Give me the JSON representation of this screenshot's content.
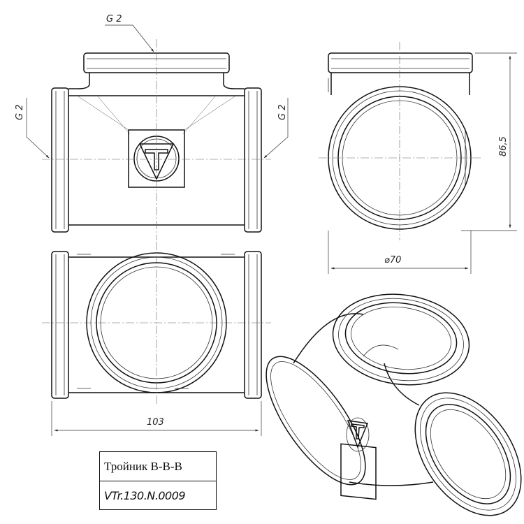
{
  "dimensions": {
    "thread_top": "G 2",
    "thread_left": "G 2",
    "thread_right": "G 2",
    "height": "86,5",
    "diameter": "⌀70",
    "length": "103"
  },
  "title_block": {
    "name": "Тройник В-В-В",
    "code": "VTr.130.N.0009"
  }
}
